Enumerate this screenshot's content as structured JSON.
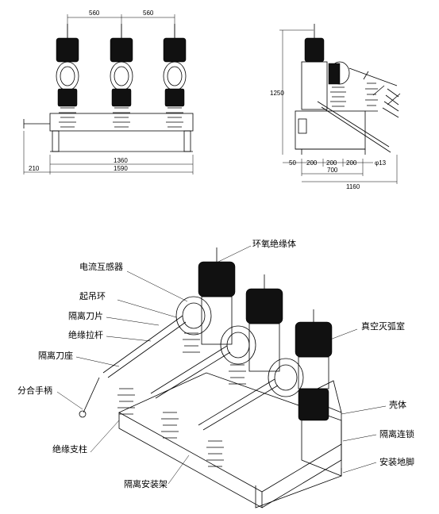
{
  "front_view": {
    "dims": {
      "spacing_left": "560",
      "spacing_right": "560",
      "width_inner": "1360",
      "width_total": "1590",
      "offset_left": "210"
    }
  },
  "side_view": {
    "dims": {
      "height": "1250",
      "a": "50",
      "b": "200",
      "c": "200",
      "d": "200",
      "hole": "φ13",
      "sub": "700",
      "total": "1160"
    }
  },
  "labels": {
    "epoxy_cylinder": "环氧绝缘体",
    "current_transformer": "电流互感器",
    "lifting_ring": "起吊环",
    "isolating_blade": "隔离刀片",
    "insulating_rod": "绝缘拉杆",
    "isolating_seat": "隔离刀座",
    "operating_handle": "分合手柄",
    "support_insulator": "绝缘支柱",
    "mounting_frame": "隔离安装架",
    "vacuum_interrupter": "真空灭弧室",
    "housing": "壳体",
    "interlock": "隔离连锁",
    "mounting_foot": "安装地脚"
  }
}
